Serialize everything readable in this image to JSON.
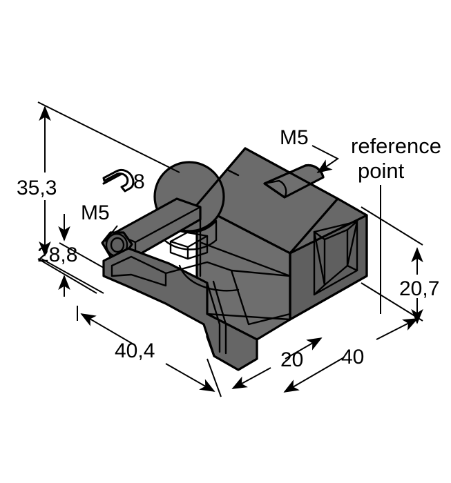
{
  "drawing": {
    "title": "Sensor mounting bracket dimensional drawing",
    "units": "mm",
    "background_color": "#ffffff",
    "line_color": "#000000",
    "body_fill_top": "#6b6b6b",
    "body_fill_side": "#676767",
    "body_fill_front": "#6e6e6e",
    "body_fill_dark": "#5d5d5d"
  },
  "dimensions": {
    "height_total": "35,3",
    "height_lower": "28,8",
    "length_left": "40,4",
    "height_right": "20,7",
    "depth_near": "20",
    "depth_far": "40"
  },
  "labels": {
    "thread_top": "M5",
    "thread_left": "M5",
    "wrench_size": "8",
    "reference_point_line1": "reference",
    "reference_point_line2": "point"
  },
  "icons": {
    "wrench": "wrench-icon",
    "arrow": "arrow-head"
  }
}
